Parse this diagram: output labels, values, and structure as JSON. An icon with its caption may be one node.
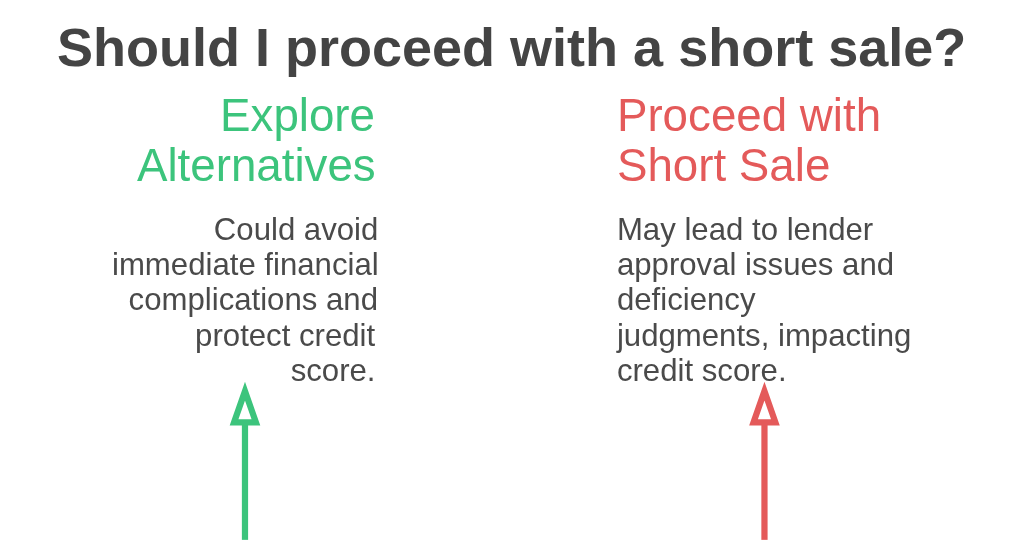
{
  "diagram": {
    "title": "Should I proceed with a short sale?",
    "nodes": [
      {
        "text": [
          "Explore Alternatives",
          "Could avoid immediate financial complications and protect credit score."
        ]
      },
      {
        "text": [
          "Proceed with Short Sale",
          "May lead to lender approval issues and deficiency judgments, impacting credit score."
        ]
      }
    ],
    "edges": [
      {
        "from": null,
        "to": 0,
        "arrow": "to",
        "color": "#3cc47c"
      },
      {
        "from": null,
        "to": 1,
        "arrow": "to",
        "color": "#e45a5a"
      }
    ]
  }
}
